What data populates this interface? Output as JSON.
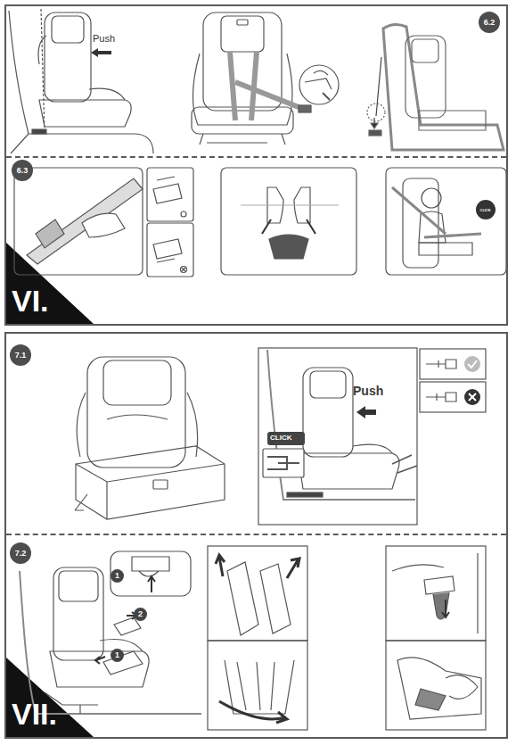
{
  "diagram": {
    "nodes": [
      {
        "text": [
          "VI."
        ]
      },
      {
        "text": [
          "6.2"
        ],
        "in": 0
      },
      {
        "text": [
          "6.3"
        ],
        "in": 0
      },
      {
        "text": [
          "VII."
        ]
      },
      {
        "text": [
          "7.1"
        ],
        "in": 3
      },
      {
        "text": [
          "7.2"
        ],
        "in": 3
      }
    ],
    "edges": [],
    "labels": [
      "Push",
      "CLICK",
      "Push",
      "CLICK",
      "1",
      "2",
      "1"
    ]
  }
}
